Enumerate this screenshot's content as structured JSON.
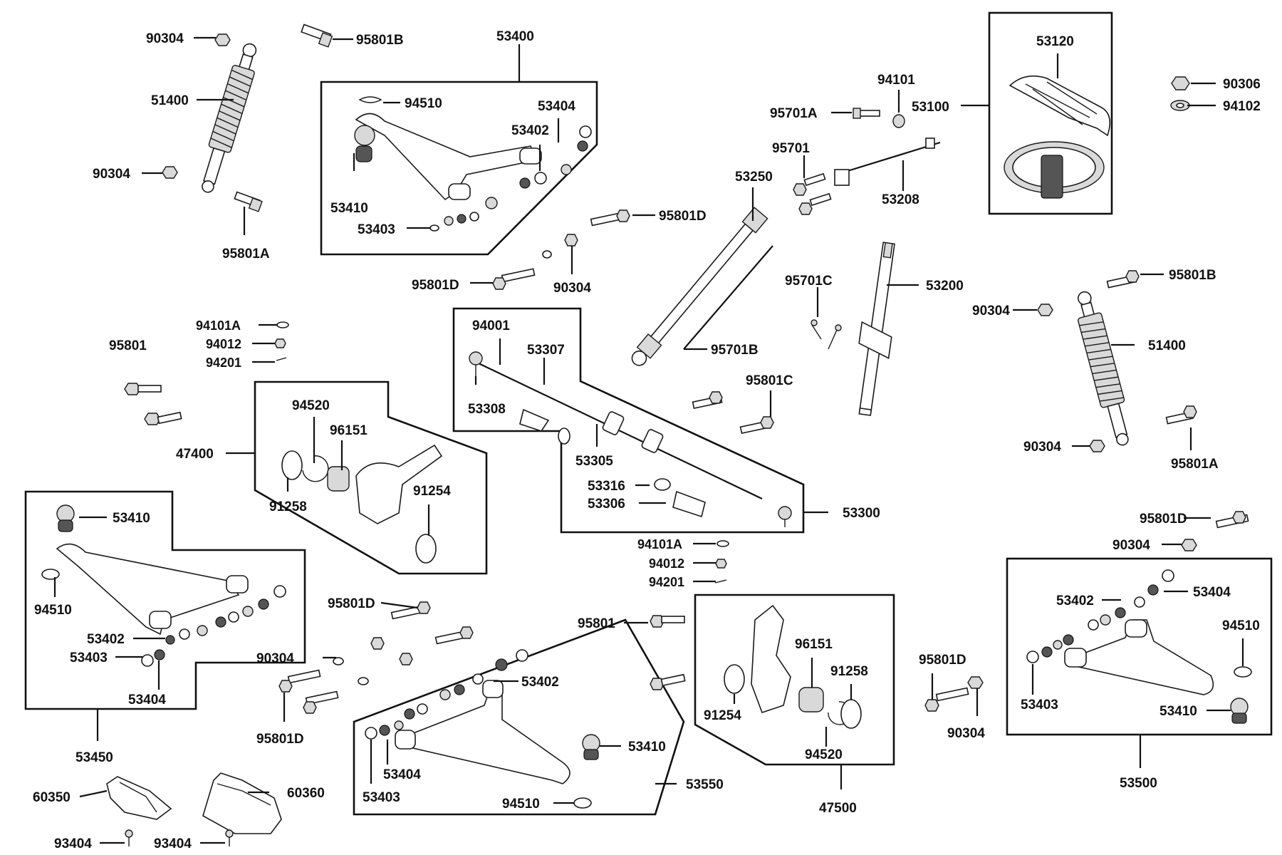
{
  "labels": {
    "p90304_tl": "90304",
    "p95801B_tl": "95801B",
    "p51400_l": "51400",
    "p90304_l2": "90304",
    "p95801A_l": "95801A",
    "p53400": "53400",
    "p94510_a": "94510",
    "p53404_a": "53404",
    "p53402_a": "53402",
    "p53410_a": "53410",
    "p53403_a": "53403",
    "p95801D_a": "95801D",
    "p95801D_b": "95801D",
    "p90304_c": "90304",
    "p94101": "94101",
    "p95701A": "95701A",
    "p53100": "53100",
    "p95701": "95701",
    "p53208": "53208",
    "p53250": "53250",
    "p53120": "53120",
    "p90306": "90306",
    "p94102": "94102",
    "p95701C": "95701C",
    "p53200": "53200",
    "p95701B": "95701B",
    "p95801C": "95801C",
    "p95801B_r": "95801B",
    "p90304_r1": "90304",
    "p51400_r": "51400",
    "p90304_r2": "90304",
    "p95801A_r": "95801A",
    "p94101A_l": "94101A",
    "p94012_l": "94012",
    "p94201_l": "94201",
    "p95801_l": "95801",
    "p94520_l": "94520",
    "p96151_l": "96151",
    "p47400": "47400",
    "p91258_l": "91258",
    "p91254_l": "91254",
    "p94001": "94001",
    "p53307": "53307",
    "p53308": "53308",
    "p53305": "53305",
    "p53316": "53316",
    "p53306": "53306",
    "p53300": "53300",
    "p94101A_m": "94101A",
    "p94012_m": "94012",
    "p94201_m": "94201",
    "p53410_b": "53410",
    "p94510_b": "94510",
    "p53402_b": "53402",
    "p53403_b": "53403",
    "p53404_b": "53404",
    "p53450": "53450",
    "p95801D_c": "95801D",
    "p90304_d": "90304",
    "p95801D_d": "95801D",
    "p95801_m": "95801",
    "p53402_c": "53402",
    "p53410_c": "53410",
    "p53404_c": "53404",
    "p53403_c": "53403",
    "p94510_c": "94510",
    "p53550": "53550",
    "p96151_m": "96151",
    "p91258_m": "91258",
    "p91254_m": "91254",
    "p94520_m": "94520",
    "p47500": "47500",
    "p95801D_e": "95801D",
    "p90304_e": "90304",
    "p95801D_f": "95801D",
    "p90304_f": "90304",
    "p53402_d": "53402",
    "p53404_d": "53404",
    "p94510_d": "94510",
    "p53403_d": "53403",
    "p53410_d": "53410",
    "p53500": "53500",
    "p60350": "60350",
    "p60360": "60360",
    "p93404_a": "93404",
    "p93404_b": "93404"
  }
}
